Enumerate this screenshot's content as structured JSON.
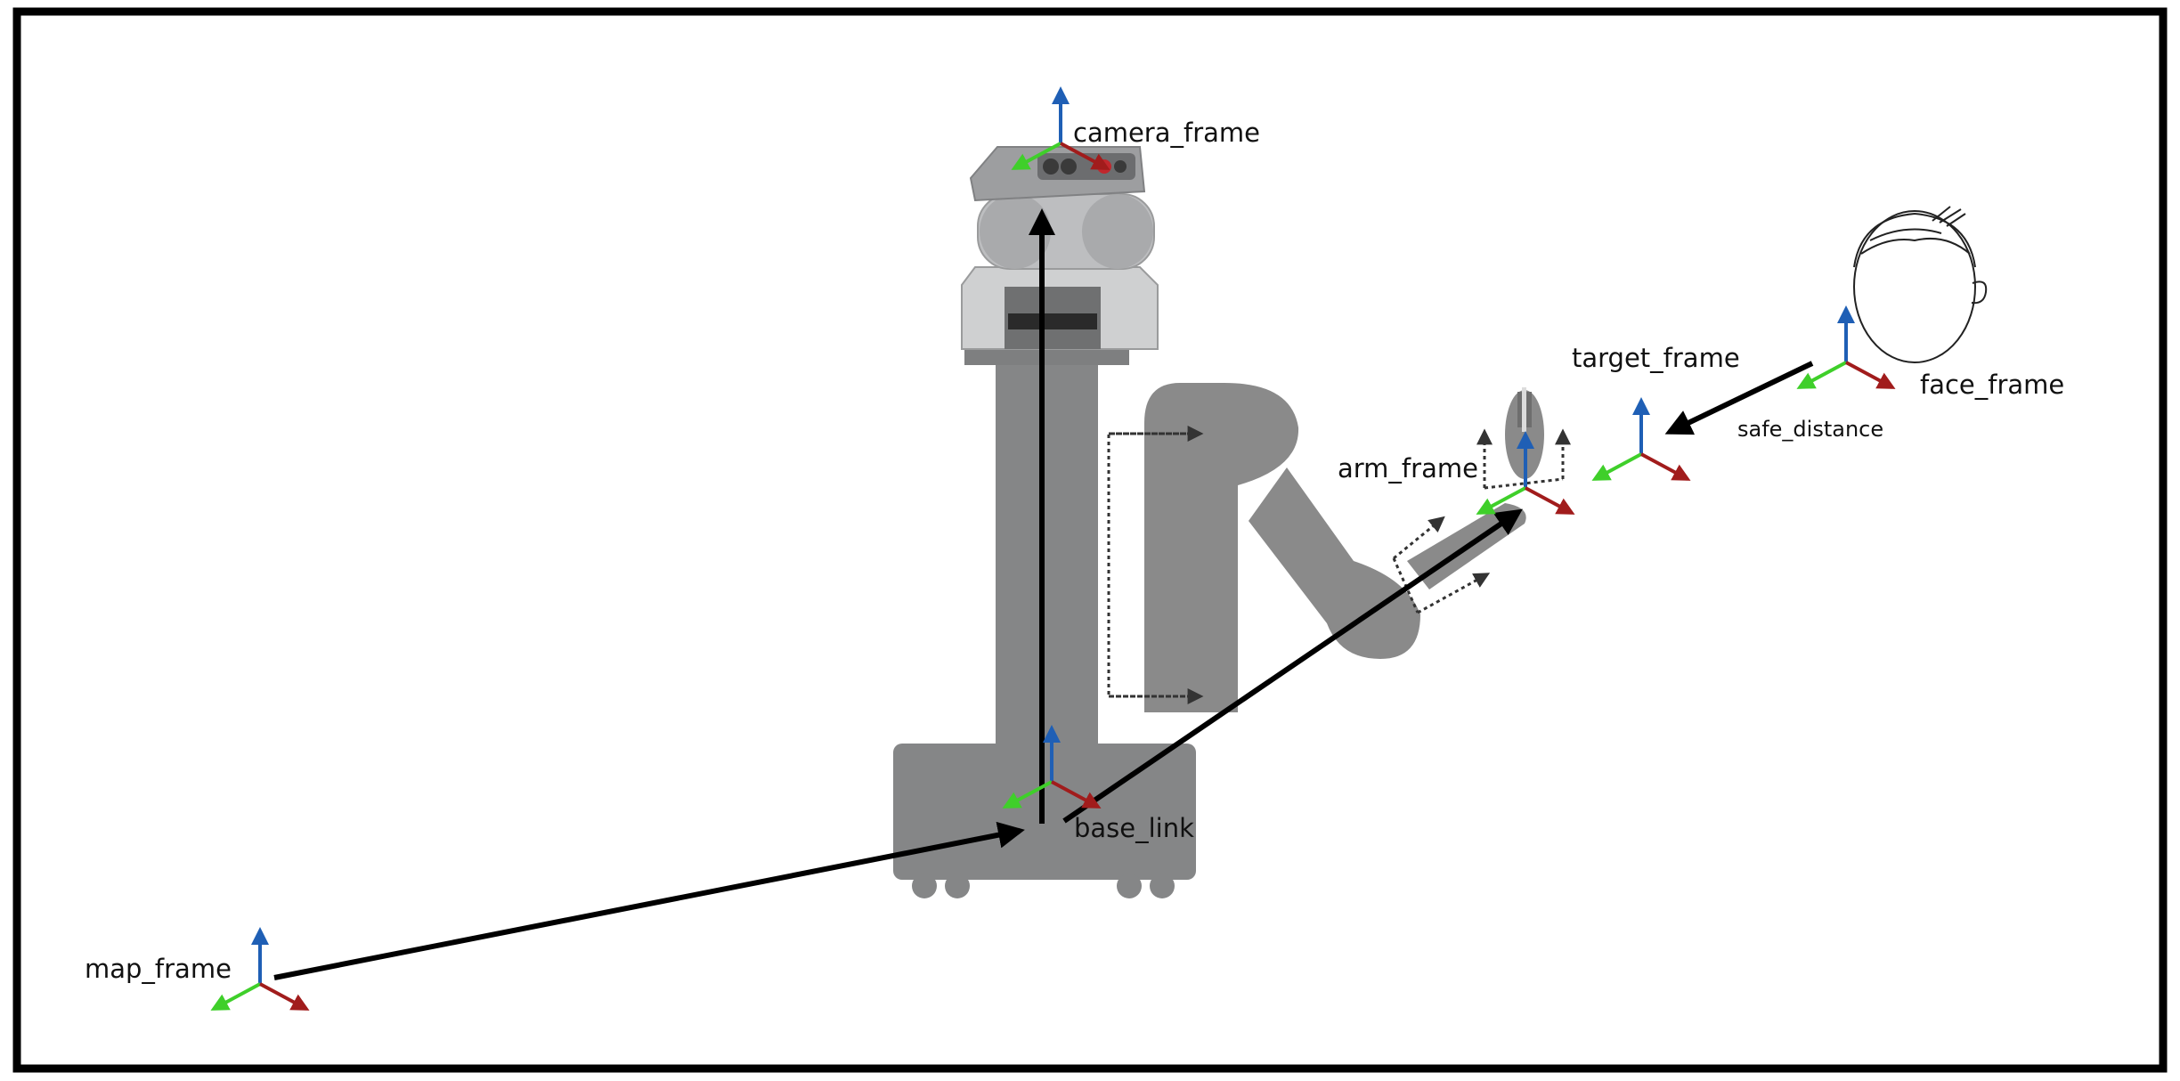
{
  "labels": {
    "camera_frame": "camera_frame",
    "target_frame": "target_frame",
    "face_frame": "face_frame",
    "safe_distance": "safe_distance",
    "arm_frame": "arm_frame",
    "base_link": "base_link",
    "map_frame": "map_frame"
  },
  "colors": {
    "z_axis": "#1f5fb5",
    "y_axis": "#3fcf2a",
    "x_axis": "#a11c1c",
    "arrow": "#000000",
    "robot_body": "#858687",
    "arm_shadow": "#8a8a8a",
    "border": "#000000"
  },
  "icons": [
    "robot-illustration",
    "human-head-icon",
    "coordinate-frame-icon"
  ]
}
